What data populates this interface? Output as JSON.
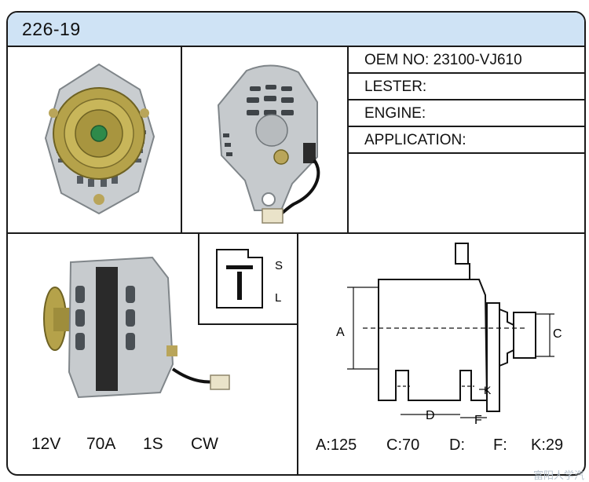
{
  "model": "226-19",
  "info": {
    "oem_label": "OEM NO:",
    "oem_value": "23100-VJ610",
    "lester_label": "LESTER:",
    "engine_label": "ENGINE:",
    "application_label": "APPLICATION:"
  },
  "plug": {
    "s_label": "S",
    "l_label": "L"
  },
  "specs": {
    "voltage": "12V",
    "amperage": "70A",
    "pulley": "1S",
    "rotation": "CW"
  },
  "drawing_labels": {
    "a": "A",
    "c": "C",
    "d": "D",
    "f": "F",
    "k": "K"
  },
  "dimensions": {
    "a": "A:125",
    "c": "C:70",
    "d": "D:",
    "f": "F:",
    "k": "K:29"
  },
  "watermark": "富阳人学汽"
}
